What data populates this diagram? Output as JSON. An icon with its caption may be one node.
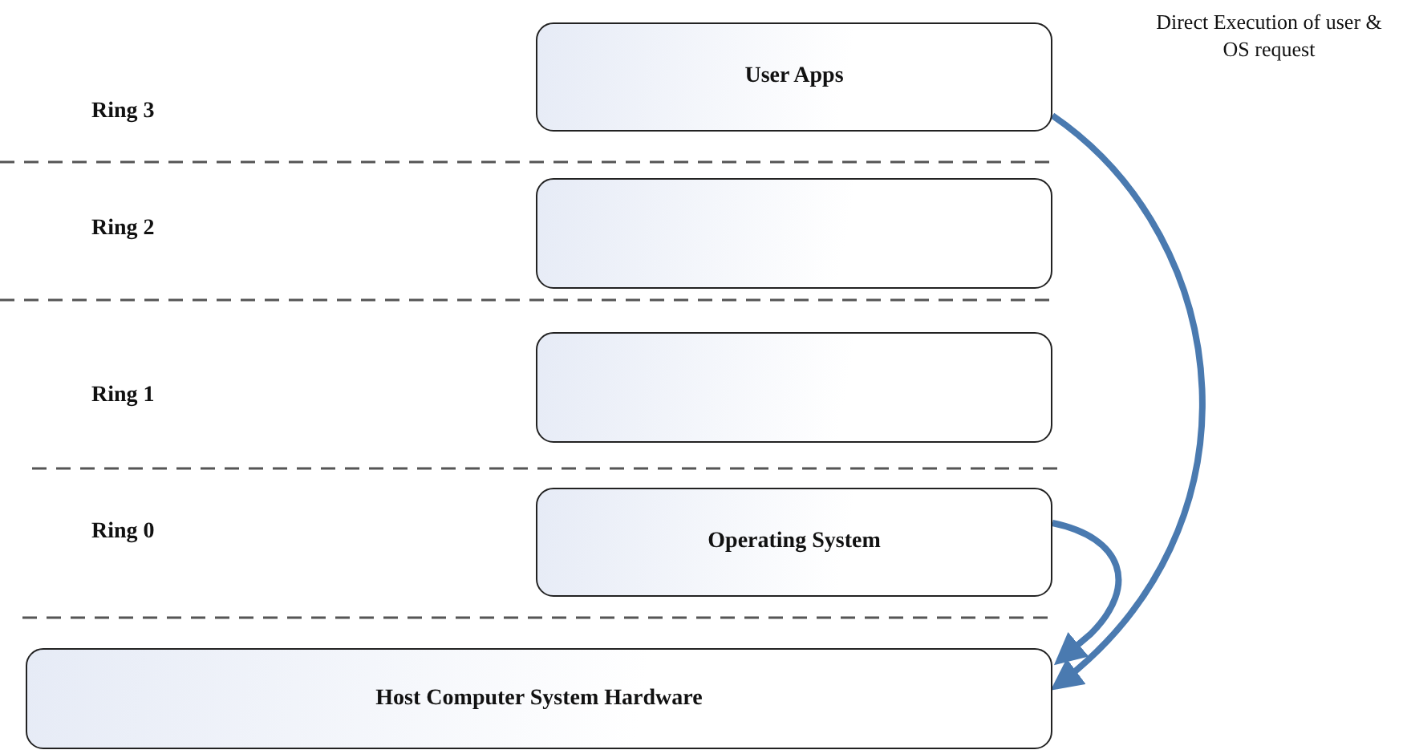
{
  "diagram": {
    "nodes": [
      {
        "text": [
          "User Apps"
        ]
      },
      {
        "text": [],
        "shape": "box"
      },
      {
        "text": [],
        "shape": "box"
      },
      {
        "text": [
          "Operating System"
        ]
      },
      {
        "text": [
          "Host Computer System Hardware"
        ]
      }
    ],
    "edges": [
      {
        "from": 0,
        "to": 4,
        "arrow": "to"
      },
      {
        "from": 3,
        "to": 4,
        "arrow": "to"
      }
    ],
    "labels": [
      "Direct Execution of user & OS request",
      "Ring 3",
      "Ring 2",
      "Ring 1",
      "Ring 0"
    ]
  }
}
